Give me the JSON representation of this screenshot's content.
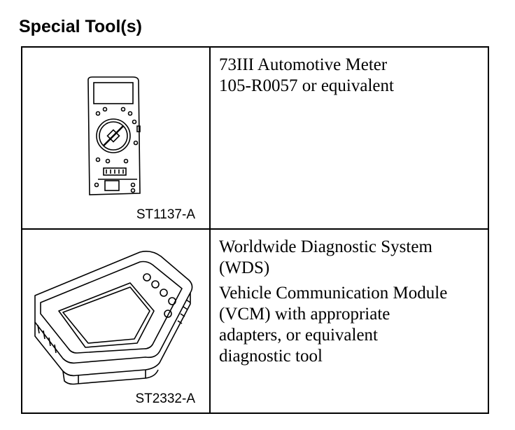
{
  "heading": "Special Tool(s)",
  "tools": [
    {
      "image_label": "ST1137-A",
      "icon": "multimeter-icon",
      "lines": [
        "73III Automotive Meter",
        "105-R0057 or equivalent"
      ]
    },
    {
      "image_label": "ST2332-A",
      "icon": "diagnostic-tablet-icon",
      "paragraph1": [
        "Worldwide Diagnostic System",
        "(WDS)"
      ],
      "paragraph2": [
        "Vehicle Communication Module",
        "(VCM) with appropriate",
        "adapters, or equivalent",
        "diagnostic tool"
      ]
    }
  ]
}
